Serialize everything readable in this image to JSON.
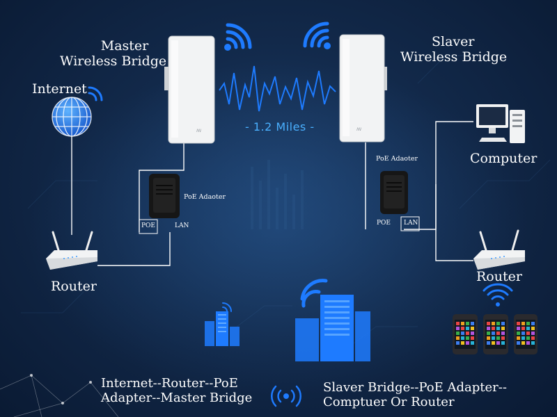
{
  "labels": {
    "master_bridge_line1": "Master",
    "master_bridge_line2": "Wireless Bridge",
    "slaver_bridge_line1": "Slaver",
    "slaver_bridge_line2": "Wireless Bridge",
    "internet": "Internet",
    "distance": "- 1.2 Miles -",
    "computer": "Computer",
    "router_left": "Router",
    "router_right": "Router",
    "poe_adapter_left": "PoE Adaoter",
    "poe_adapter_right": "PoE Adaoter",
    "port_poe_left": "POE",
    "port_lan_left": "LAN",
    "port_poe_right": "POE",
    "port_lan_right": "LAN",
    "bottom_left_line1": "Internet--Router--PoE",
    "bottom_left_line2": "Adapter--Master Bridge",
    "bottom_right_line1": "Slaver Bridge--PoE Adapter--",
    "bottom_right_line2": "Comptuer Or Router"
  },
  "icons": {
    "globe": "globe-icon",
    "wifi": "wifi-icon",
    "computer": "computer-icon",
    "router": "router-icon",
    "phone": "smartphone-icon",
    "building": "building-icon",
    "poe_adapter": "poe-adapter-icon",
    "bridge": "wireless-bridge-icon"
  },
  "colors": {
    "background": "#12294a",
    "accent_blue": "#1e7bff",
    "signal_blue": "#4ab0ff",
    "line": "#ffffff",
    "device_white": "#f2f3f4",
    "adapter_black": "#161616"
  }
}
